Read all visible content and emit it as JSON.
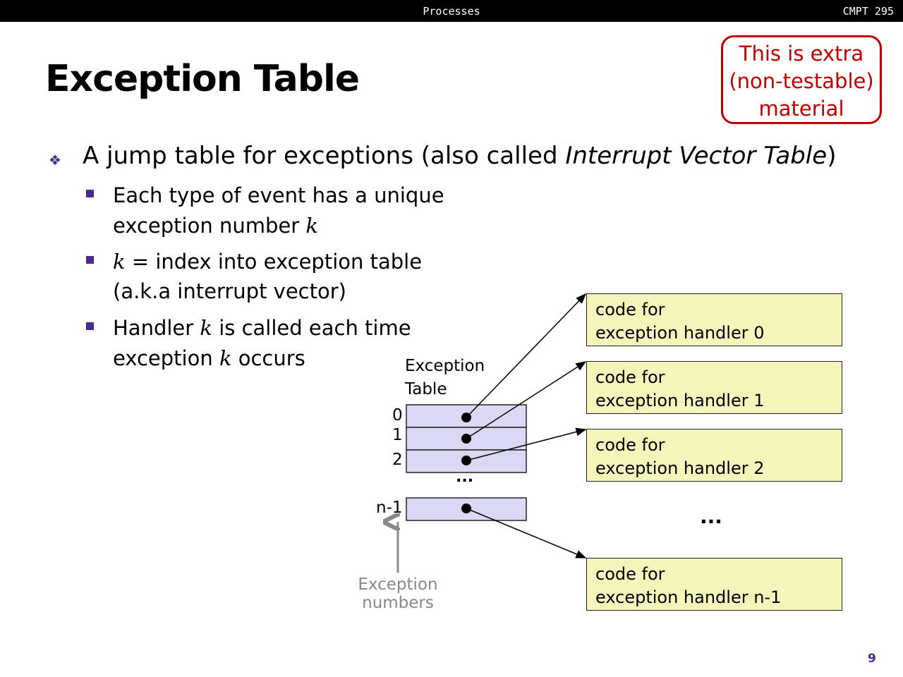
{
  "header": {
    "center": "Processes",
    "right": "CMPT 295"
  },
  "title": "Exception Table",
  "note": [
    "This is extra",
    "(non-testable)",
    "material"
  ],
  "bullets": {
    "main_prefix": "A jump table for exceptions (also called ",
    "main_italic": "Interrupt Vector Table",
    "main_suffix": ")",
    "sub": [
      {
        "line1": "Each type of event has a unique",
        "line2_prefix": "exception number ",
        "line2_var": "k",
        "line2_suffix": ""
      },
      {
        "line1_var": "k",
        "line1": " = index into exception table",
        "line2_prefix": "(a.k.a interrupt vector)"
      },
      {
        "line1_prefix": "Handler ",
        "line1_var": "k",
        "line1": " is called each time",
        "line2_prefix": "exception ",
        "line2_var": "k",
        "line2_suffix": " occurs"
      }
    ]
  },
  "diagram": {
    "table_label": [
      "Exception",
      "Table"
    ],
    "indices": [
      "0",
      "1",
      "2",
      "n-1"
    ],
    "ellipsis": "...",
    "numbers_label": [
      "Exception",
      "numbers"
    ],
    "handlers": [
      {
        "line1": "code for",
        "line2": "exception handler 0"
      },
      {
        "line1": "code for",
        "line2": "exception handler 1"
      },
      {
        "line1": "code for",
        "line2": "exception handler 2"
      },
      {
        "line1": "code for",
        "line2": "exception handler n-1"
      }
    ],
    "handler_ellipsis": "..."
  },
  "page_number": "9"
}
